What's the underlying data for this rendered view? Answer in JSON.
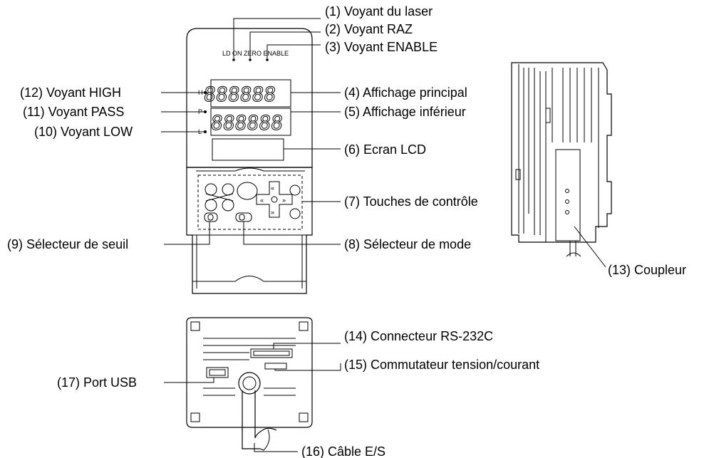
{
  "labels": {
    "l1": "(1) Voyant du laser",
    "l2": "(2) Voyant RAZ",
    "l3": "(3) Voyant ENABLE",
    "l4": "(4) Affichage principal",
    "l5": "(5) Affichage inférieur",
    "l6": "(6) Ecran LCD",
    "l7": "(7) Touches de contrôle",
    "l8": "(8) Sélecteur de mode",
    "l9": "(9) Sélecteur de seuil",
    "l10": "(10) Voyant LOW",
    "l11": "(11) Voyant PASS",
    "l12": "(12) Voyant HIGH",
    "l13": "(13) Coupleur",
    "l14": "(14) Connecteur RS-232C",
    "l15": "(15) Commutateur tension/courant",
    "l16": "(16) Câble E/S",
    "l17": "(17) Port USB"
  },
  "panel_text": {
    "indicator_labels": "LD ON  ZERO ENABLE",
    "h": "H",
    "p": "P",
    "l": "L",
    "digits": "888888"
  }
}
